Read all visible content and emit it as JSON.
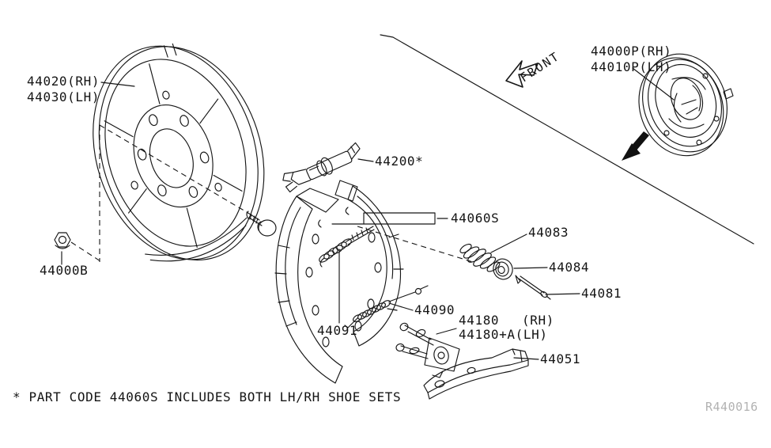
{
  "figure": {
    "note": "* PART CODE 44060S INCLUDES BOTH LH/RH SHOE SETS",
    "watermark": "R440016",
    "front_label": "FRONT"
  },
  "labels": {
    "backing_plate_rh": "44020(RH)",
    "backing_plate_lh": "44030(LH)",
    "drum_assembly_rh": "44000P(RH)",
    "drum_assembly_lh": "44010P(LH)",
    "nut": "44000B",
    "adjuster": "44200*",
    "shoe_set": "44060S",
    "spring_upper": "44083",
    "retainer": "44084",
    "pin": "44081",
    "spring_lower": "44090",
    "adjuster_spring": "44091",
    "toggle_rh_code": "44180",
    "toggle_rh_side": "(RH)",
    "toggle_lh": "44180+A(LH)",
    "lever": "44051"
  }
}
